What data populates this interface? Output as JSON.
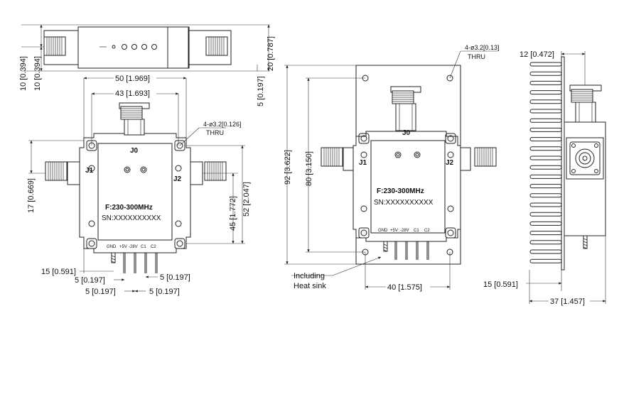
{
  "views": {
    "top": {
      "dims": {
        "h20": "20 [0.787]",
        "h10a": "10 [0.394]",
        "h10b": "10 [0.394]",
        "h5": "5 [0.197]",
        "w50": "50 [1.969]",
        "w43": "43 [1.693]",
        "v17": "17 [0.669]",
        "v45": "45 [1.772]",
        "v52": "52 [2.047]",
        "p15": "15 [0.591]",
        "p5a": "5 [0.197]",
        "p5b": "5 [0.197]",
        "p5c": "5 [0.197]",
        "p5d": "5 [0.197]"
      },
      "holes_note": "4-ø3.2[0.126]",
      "holes_thru": "THRU",
      "port_j0": "J0",
      "port_j1": "J1",
      "port_j2": "J2",
      "frequency": "F:230-300MHz",
      "serial": "SN:XXXXXXXXXX",
      "pins": [
        "GND",
        "+5V",
        "-28V",
        "C1",
        "C2"
      ]
    },
    "heatsink": {
      "dims": {
        "h92": "92 [3.622]",
        "h80": "80 [3.150]",
        "w40": "40 [1.575]"
      },
      "holes_note": "4-ø3.2[0.13]",
      "holes_thru": "THRU",
      "port_j0": "J0",
      "port_j1": "J1",
      "port_j2": "J2",
      "frequency": "F:230-300MHz",
      "serial": "SN:XXXXXXXXXX",
      "pins": [
        "GND",
        "+5V",
        "-28V",
        "C1",
        "C2"
      ],
      "label_line1": "Including",
      "label_line2": "Heat sink"
    },
    "side": {
      "dims": {
        "h12": "12 [0.472]",
        "h15": "15 [0.591]",
        "w37": "37 [1.457]"
      }
    }
  }
}
